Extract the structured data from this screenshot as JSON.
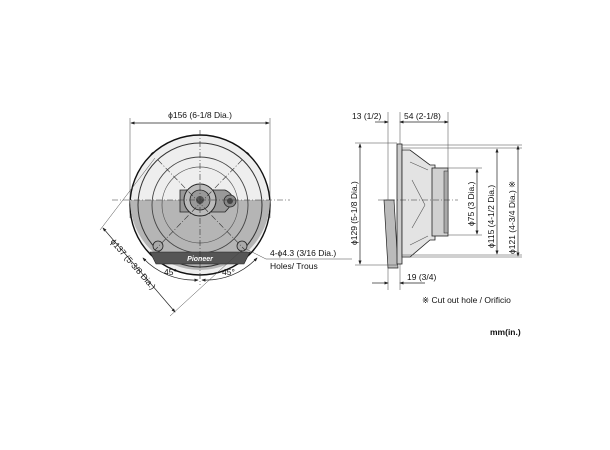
{
  "front_view": {
    "overall_diameter": "ϕ156 (6-1/8 Dia.)",
    "mounting_diameter": "ϕ137 (5-3/8 Dia.)",
    "angle_left": "45°",
    "angle_right": "45°",
    "holes_spec": "4-ϕ4.3 (3/16 Dia.)",
    "holes_label": "Holes/ Trous",
    "brand_logo": "Pioneer"
  },
  "side_view": {
    "flange_depth": "13 (1/2)",
    "mount_depth": "54 (2-1/8)",
    "flange_diameter": "ϕ129 (5-1/8 Dia.)",
    "magnet_diameter": "ϕ75 (3 Dia.)",
    "basket_diameter": "ϕ115 (4-1/2 Dia.)",
    "cutout_diameter": "ϕ121 (4-3/4 Dia.) ※",
    "grille_depth": "19 (3/4)"
  },
  "notes": {
    "cutout_note": "※ Cut out hole / Orificio",
    "units": "mm(in.)"
  }
}
